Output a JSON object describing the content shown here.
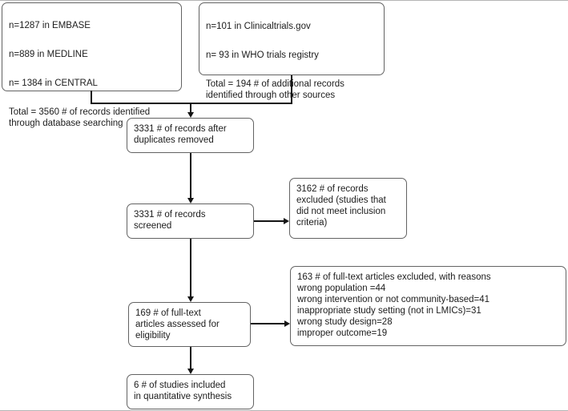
{
  "colors": {
    "background": "#ffffff",
    "box_border": "#636363",
    "text": "#1c1c1c",
    "connector": "#141414",
    "edge_hairline": "#b5b5b5"
  },
  "boxes": {
    "database_sources": {
      "paragraphs": [
        "n=1287 in EMBASE",
        "n=889 in MEDLINE",
        "n= 1384 in CENTRAL",
        "Total = 3560 # of records identified\nthrough database searching"
      ]
    },
    "other_sources": {
      "paragraphs": [
        "n=101 in Clinicaltrials.gov",
        "n= 93 in WHO trials registry",
        "Total = 194 # of additional records\nidentified through other sources"
      ]
    },
    "after_duplicates": {
      "text": "3331 # of records after\nduplicates removed"
    },
    "screened": {
      "text": "3331 # of records\nscreened"
    },
    "records_excluded": {
      "text": "3162 # of records\nexcluded (studies that\ndid not meet inclusion\ncriteria)"
    },
    "fulltext_assessed": {
      "text": "169 # of full-text\narticles assessed for\neligibility"
    },
    "fulltext_excluded": {
      "lines": [
        "163 # of full-text articles excluded, with reasons",
        "wrong population =44",
        "wrong intervention or not community-based=41",
        "inappropriate study setting (not in LMICs)=31",
        "wrong study design=28",
        "improper outcome=19"
      ]
    },
    "included": {
      "text": "6 # of studies included\nin quantitative synthesis"
    }
  }
}
